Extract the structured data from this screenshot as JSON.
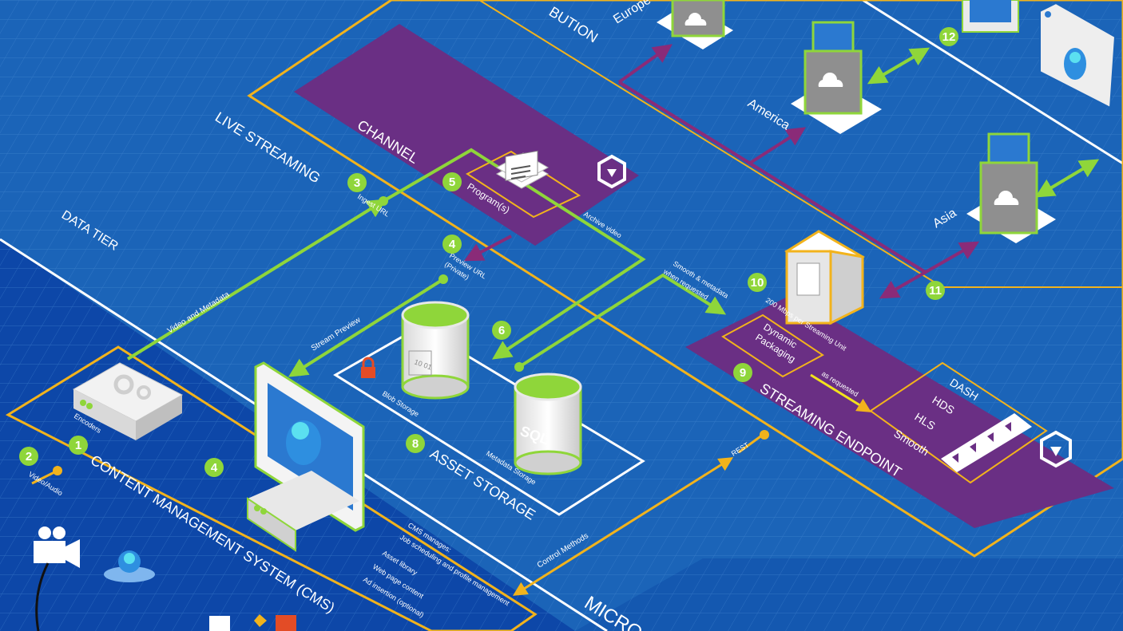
{
  "sections": {
    "distribution_fragment": "BUTION",
    "live_streaming": "LIVE STREAMING",
    "data_tier": "DATA TIER",
    "channel": "CHANNEL",
    "streaming_endpoint": "STREAMING ENDPOINT",
    "asset_storage": "ASSET STORAGE",
    "cms": "CONTENT MANAGEMENT SYSTEM (CMS)",
    "micro_fragment": "MICRO"
  },
  "regions": {
    "europe": "Europe",
    "america": "America",
    "asia": "Asia"
  },
  "labels": {
    "programs": "Program(s)",
    "ingest_url": "Ingest URL",
    "preview_url": "Preview URL",
    "preview_url_private": "(Private)",
    "archive_video": "Archive video",
    "smooth_metadata": "Smooth & metadata",
    "when_requested": "when requested",
    "mbps": "200 Mbps per Streaming Unit",
    "dynamic": "Dynamic",
    "packaging": "Packaging",
    "as_requested": "as requested",
    "video_and_metadata": "Video and Metadata",
    "stream_preview": "Stream Preview",
    "blob_storage": "Blob Storage",
    "metadata_storage": "Metadata Storage",
    "sql": "SQL",
    "encoders": "Encoders",
    "video_audio": "Video/Audio",
    "rest": "REST",
    "control_methods": "Control Methods",
    "binary": "10\n01"
  },
  "formats": [
    "DASH",
    "HDS",
    "HLS",
    "Smooth"
  ],
  "cms_list": {
    "intro": "CMS manages:",
    "items": [
      "Job scheduling and profile management",
      "Asset library",
      "Web page content",
      "Ad insertion (optional)"
    ]
  },
  "steps": [
    "1",
    "2",
    "3",
    "4",
    "4",
    "5",
    "6",
    "8",
    "9",
    "10",
    "11",
    "12"
  ],
  "colors": {
    "background": "#1b64b8",
    "purple": "#6a2f84",
    "lime": "#8fd63a",
    "yellow": "#f2b31c",
    "magenta_arrow": "#8a2b78",
    "dark_blue": "#0d47a8"
  },
  "icons": [
    "cloud-icon",
    "globe-icon",
    "document-stack-icon",
    "gear-icon",
    "camera-icon",
    "media-services-icon",
    "lock-icon",
    "play-icon",
    "monitor-icon",
    "mascot-icon"
  ]
}
